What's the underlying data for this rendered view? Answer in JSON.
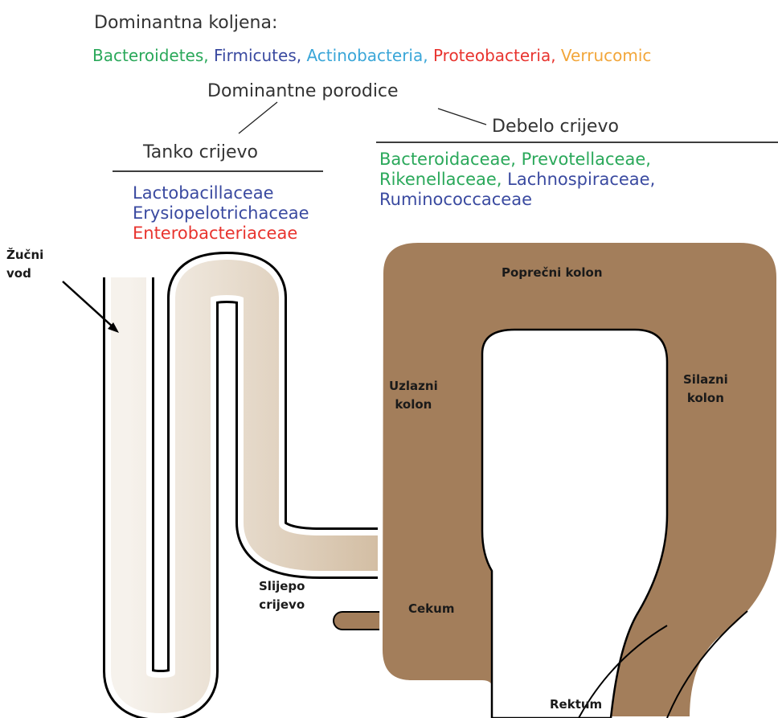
{
  "header": {
    "title": "Dominantna koljena:"
  },
  "phyla": [
    {
      "name": "Bacteroidetes",
      "sep": ", ",
      "color": "#2aa85a"
    },
    {
      "name": "Firmicutes",
      "sep": ", ",
      "color": "#3a4aa0"
    },
    {
      "name": "Actinobacteria",
      "sep": ", ",
      "color": "#3aa6d8"
    },
    {
      "name": "Proteobacteria",
      "sep": ", ",
      "color": "#e8342f"
    },
    {
      "name": "Verrucomic",
      "sep": "",
      "color": "#f2a63a"
    }
  ],
  "families_title": "Dominantne porodice",
  "small_intestine": {
    "title": "Tanko crijevo",
    "families": [
      {
        "name": "Lactobacillaceae",
        "color": "#3a4aa0"
      },
      {
        "name": "Erysiopelotrichaceae",
        "color": "#3a4aa0"
      },
      {
        "name": "Enterobacteriaceae",
        "color": "#e8342f"
      }
    ]
  },
  "large_intestine": {
    "title": "Debelo crijevo",
    "families_line1": [
      {
        "name": "Bacteroidaceae",
        "sep": ", ",
        "color": "#2aa85a"
      },
      {
        "name": "Prevotellaceae",
        "sep": ",",
        "color": "#2aa85a"
      }
    ],
    "families_line2": [
      {
        "name": "Rikenellaceae",
        "sep": ", ",
        "color": "#2aa85a"
      },
      {
        "name": "Lachnospiraceae",
        "sep": ",",
        "color": "#3a4aa0"
      }
    ],
    "families_line3": [
      {
        "name": "Ruminococcaceae",
        "sep": "",
        "color": "#3a4aa0"
      }
    ]
  },
  "labels": {
    "bile_duct": [
      "Žučni",
      "vod"
    ],
    "transverse_colon": "Poprečni kolon",
    "ascending_colon": [
      "Uzlazni",
      "kolon"
    ],
    "descending_colon": [
      "Silazni",
      "kolon"
    ],
    "appendix": [
      "Slijepo",
      "crijevo"
    ],
    "cecum": "Cekum",
    "rectum": "Rektum"
  },
  "colors": {
    "colon_fill": "#a37e5b",
    "small_intestine_light": "#f6f2ec",
    "small_intestine_dark": "#d3bea4",
    "outline": "#000000"
  }
}
